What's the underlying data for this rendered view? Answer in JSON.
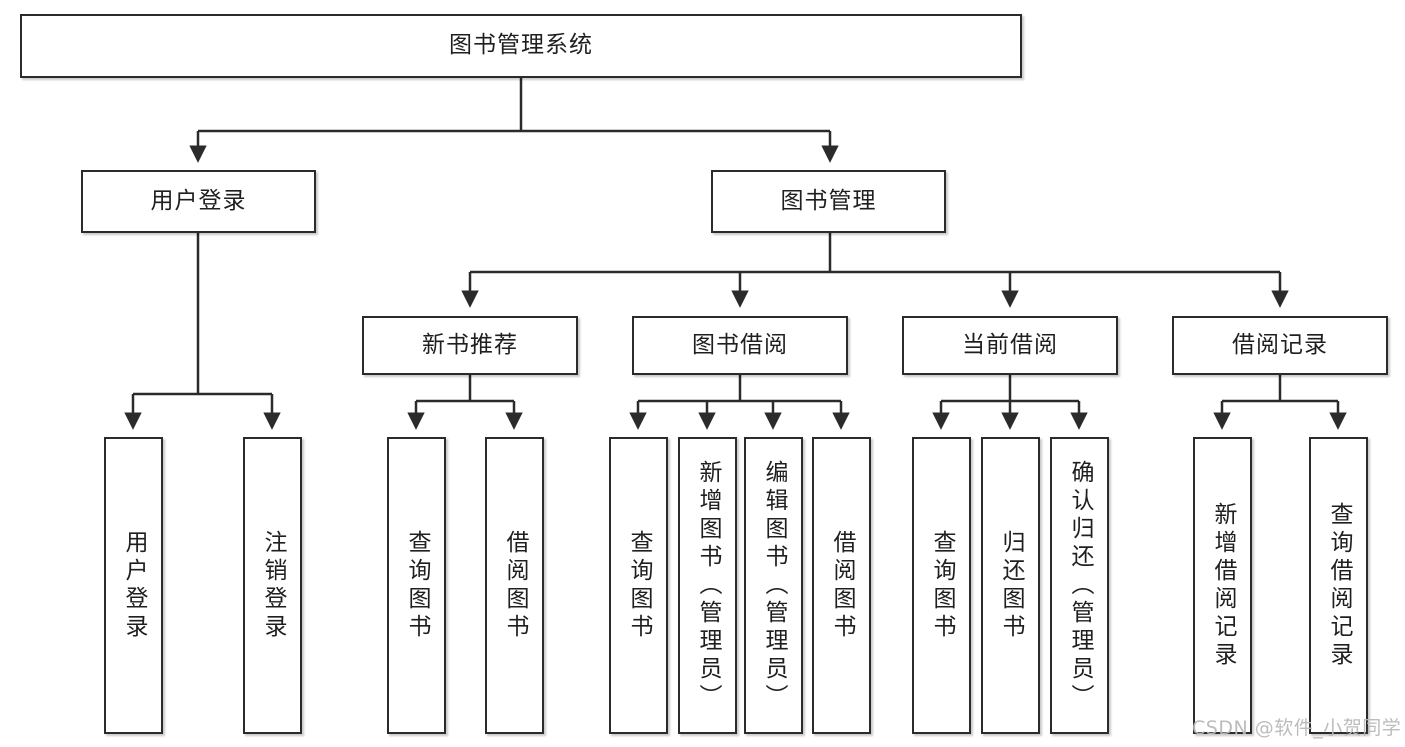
{
  "diagram": {
    "title": "图书管理系统",
    "type": "tree-hierarchy",
    "root": {
      "id": "root",
      "label": "图书管理系统"
    },
    "level2": [
      {
        "id": "user-login",
        "label": "用户登录"
      },
      {
        "id": "book-manage",
        "label": "图书管理"
      }
    ],
    "level3": [
      {
        "id": "new-book-rec",
        "label": "新书推荐"
      },
      {
        "id": "book-borrow",
        "label": "图书借阅"
      },
      {
        "id": "current-borrow",
        "label": "当前借阅"
      },
      {
        "id": "borrow-record",
        "label": "借阅记录"
      }
    ],
    "leaves": {
      "user_login": [
        {
          "id": "leaf-user-login",
          "label": "用户登录"
        },
        {
          "id": "leaf-logout-login",
          "label": "注销登录"
        }
      ],
      "new_book_rec": [
        {
          "id": "leaf-query-book-1",
          "label": "查询图书"
        },
        {
          "id": "leaf-borrow-book-1",
          "label": "借阅图书"
        }
      ],
      "book_borrow": [
        {
          "id": "leaf-query-book-2",
          "label": "查询图书"
        },
        {
          "id": "leaf-add-book",
          "label": "新增图书（管理员）"
        },
        {
          "id": "leaf-edit-book",
          "label": "编辑图书（管理员）"
        },
        {
          "id": "leaf-borrow-book-2",
          "label": "借阅图书"
        }
      ],
      "current_borrow": [
        {
          "id": "leaf-query-book-3",
          "label": "查询图书"
        },
        {
          "id": "leaf-return-book",
          "label": "归还图书"
        },
        {
          "id": "leaf-confirm-return",
          "label": "确认归还（管理员）"
        }
      ],
      "borrow_record": [
        {
          "id": "leaf-add-record",
          "label": "新增借阅记录"
        },
        {
          "id": "leaf-query-record",
          "label": "查询借阅记录"
        }
      ]
    }
  },
  "watermark": {
    "text": "CSDN @软件_小贺同学"
  },
  "colors": {
    "stroke": "#2b2b2b",
    "fill": "#ffffff",
    "text": "#1f1f1f",
    "watermark": "#b9b9b9"
  }
}
